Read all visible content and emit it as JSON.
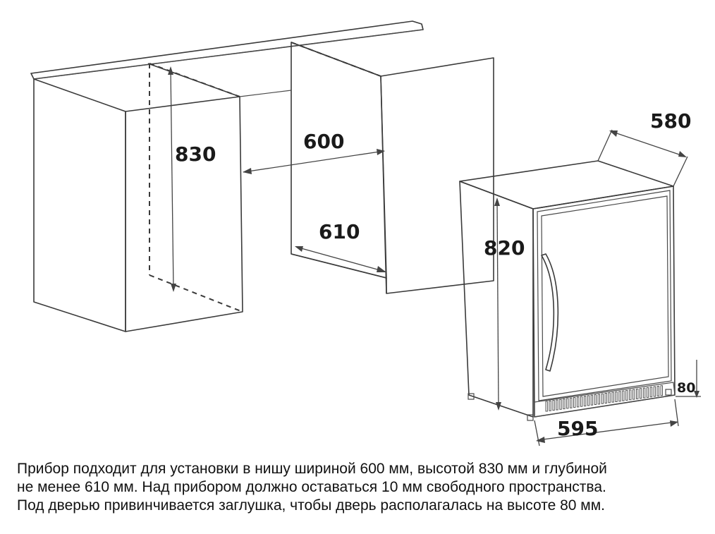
{
  "diagram": {
    "labels": {
      "niche_height": "830",
      "niche_width": "600",
      "niche_depth": "610",
      "appliance_depth": "580",
      "appliance_height": "820",
      "appliance_width": "595",
      "plinth_height": "80"
    }
  },
  "caption": {
    "line1": "Прибор подходит для установки в нишу шириной 600 мм, высотой 830 мм и глубиной",
    "line2": "не менее 610 мм. Над прибором должно оставаться 10 мм свободного пространства.",
    "line3": "Под дверью привинчивается заглушка, чтобы дверь располагалась на высоте 80 мм."
  },
  "colors": {
    "ink": "#3a3a3a",
    "background": "#ffffff"
  }
}
